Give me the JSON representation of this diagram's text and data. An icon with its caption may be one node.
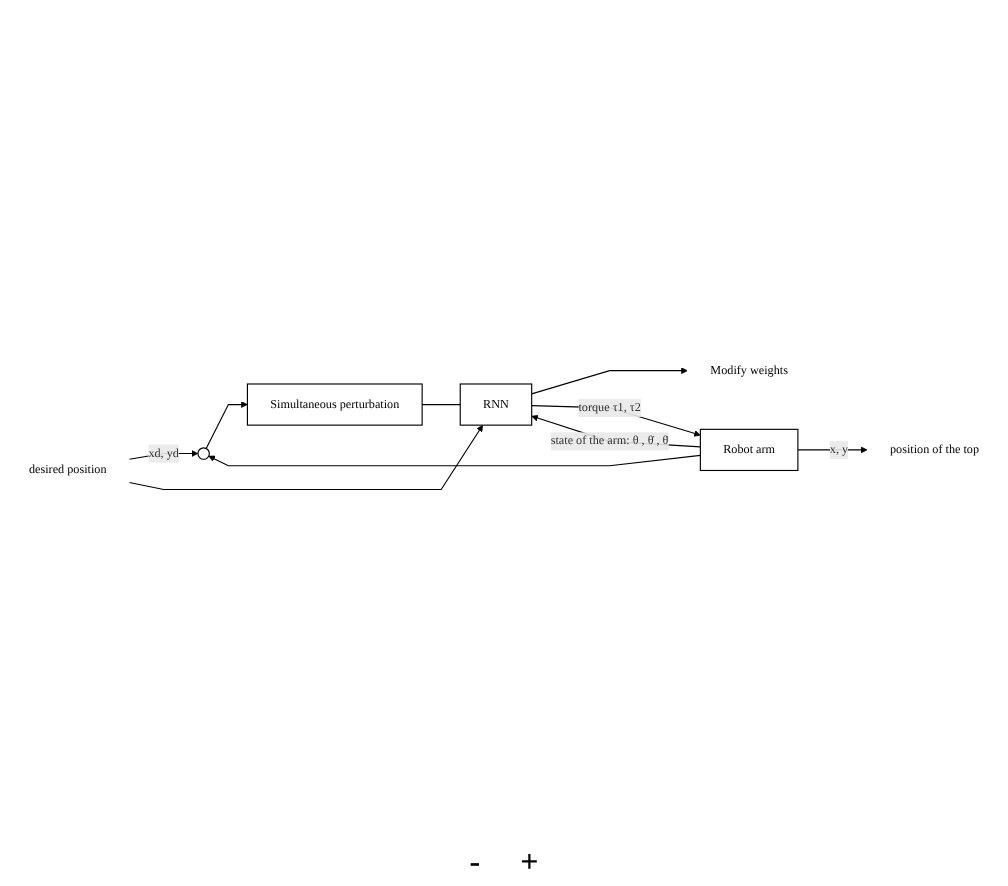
{
  "diagram": {
    "nodes": [
      {
        "text": [
          "desired position"
        ]
      },
      {
        "text": [
          "Simultaneous perturbation"
        ]
      },
      {
        "text": [],
        "shape": "circle"
      },
      {
        "text": [
          "RNN"
        ]
      },
      {
        "text": [
          "Robot arm"
        ]
      },
      {
        "text": [
          "Modify weights"
        ]
      },
      {
        "text": [
          "position of the top"
        ]
      }
    ],
    "edges": [
      {
        "from": 0,
        "to": 2,
        "arrow": "to",
        "label": "xd, yd"
      },
      {
        "from": 0,
        "to": 3,
        "arrow": "to"
      },
      {
        "from": 2,
        "to": 1,
        "arrow": "to"
      },
      {
        "from": 1,
        "to": 3,
        "arrow": "none"
      },
      {
        "from": 3,
        "to": 5,
        "arrow": "to"
      },
      {
        "from": 3,
        "to": 4,
        "arrow": "to",
        "label": "torque τ1, τ2"
      },
      {
        "from": 4,
        "to": 6,
        "arrow": "to",
        "label": "x, y"
      },
      {
        "from": 4,
        "to": 2,
        "arrow": "to"
      },
      {
        "from": 4,
        "to": 3,
        "arrow": "to",
        "label": "state of the arm: θ , θ̇ , θ̈"
      }
    ],
    "labels": [
      "-",
      "+"
    ]
  }
}
